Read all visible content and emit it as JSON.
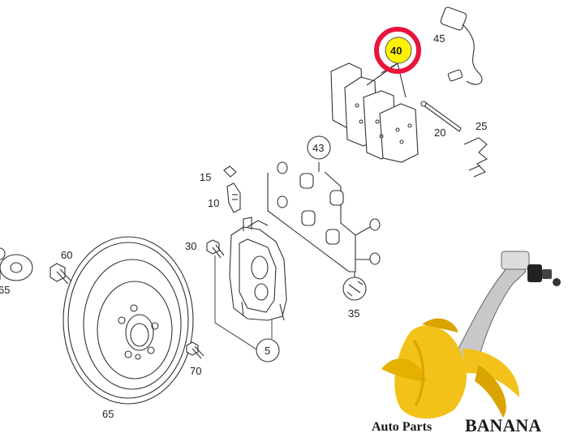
{
  "labels": {
    "p40": "40",
    "p45": "45",
    "p20": "20",
    "p25": "25",
    "p43": "43",
    "p15": "15",
    "p10": "10",
    "p30": "30",
    "p60": "60",
    "p65_left": "65",
    "p35": "35",
    "p5": "5",
    "p70": "70",
    "p65": "65"
  },
  "watermark": {
    "prefix": "Auto Parts",
    "brand": "BANANA"
  },
  "colors": {
    "highlight_ring": "#e8143c",
    "highlight_fill": "#fff200",
    "banana_yellow": "#f2c21a",
    "banana_dark": "#d9a400",
    "line": "#333333"
  }
}
